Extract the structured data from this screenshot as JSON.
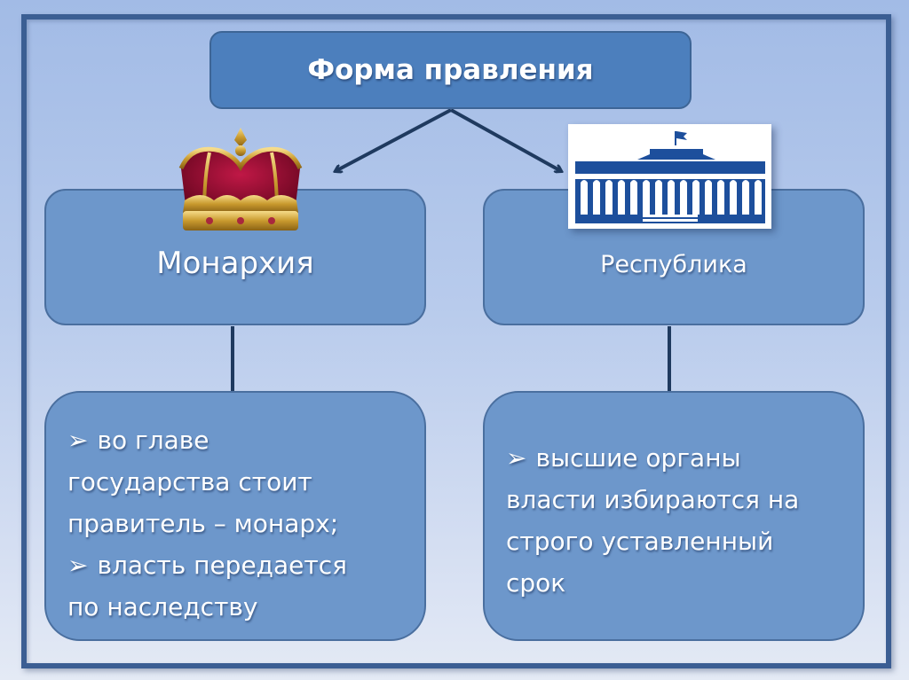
{
  "diagram": {
    "title": "Форма правления",
    "branches": [
      {
        "label": "Монархия",
        "image": "crown-icon",
        "bullets": [
          [
            "во главе",
            "государства стоит",
            "правитель – монарх;"
          ],
          [
            "власть передается",
            "по наследству"
          ]
        ]
      },
      {
        "label": "Республика",
        "image": "government-building-icon",
        "bullets": [
          [
            "высшие органы",
            "власти избираются на",
            "строго уставленный",
            "срок"
          ]
        ]
      }
    ],
    "bullet_glyph": "➢"
  },
  "colors": {
    "frame": "#3b5e93",
    "title_box": "#4c7fbd",
    "box": "#6d97cb",
    "arrow": "#1f3a5f",
    "building": "#1d4f9c"
  }
}
